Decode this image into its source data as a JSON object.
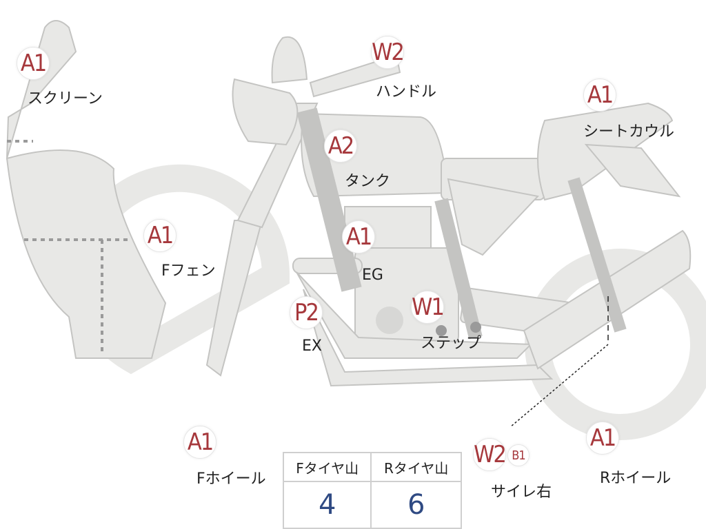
{
  "parts": [
    {
      "id": "screen",
      "grade": "A1",
      "label": "スクリーン"
    },
    {
      "id": "handle",
      "grade": "W2",
      "label": "ハンドル"
    },
    {
      "id": "seat-cowl",
      "grade": "A1",
      "label": "シートカウル"
    },
    {
      "id": "tank",
      "grade": "A2",
      "label": "タンク"
    },
    {
      "id": "f-fender",
      "grade": "A1",
      "label": "Fフェン"
    },
    {
      "id": "engine",
      "grade": "A1",
      "label": "EG"
    },
    {
      "id": "exhaust",
      "grade": "P2",
      "label": "EX"
    },
    {
      "id": "step",
      "grade": "W1",
      "label": "ステップ"
    },
    {
      "id": "f-wheel",
      "grade": "A1",
      "label": "Fホイール"
    },
    {
      "id": "muffler-right",
      "grade": "W2",
      "grade_extra": "B1",
      "label": "サイレ右"
    },
    {
      "id": "r-wheel",
      "grade": "A1",
      "label": "Rホイール"
    }
  ],
  "tire_table": {
    "front_header": "Fタイヤ山",
    "rear_header": "Rタイヤ山",
    "front_value": "4",
    "rear_value": "6"
  }
}
